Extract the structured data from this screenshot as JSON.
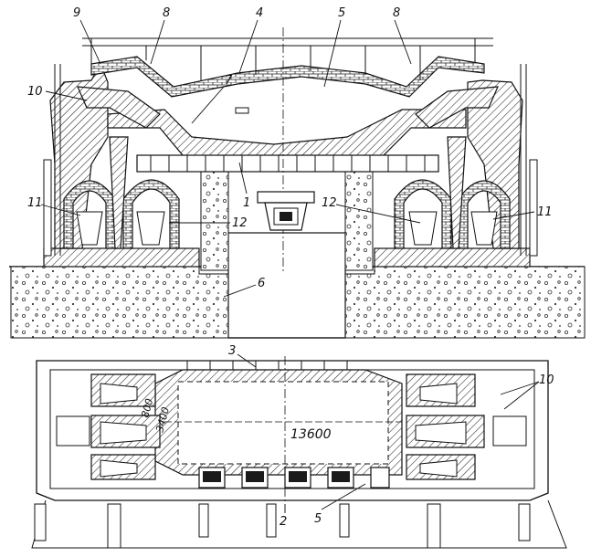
{
  "section_view": {
    "callouts": [
      "9",
      "8",
      "4",
      "5",
      "8",
      "10",
      "7",
      "1",
      "11",
      "12",
      "12",
      "11",
      "6"
    ]
  },
  "plan_view": {
    "callouts": [
      "3",
      "10",
      "2",
      "5"
    ],
    "dimensions": {
      "d1": "800",
      "d2": "3400",
      "length": "13600"
    }
  }
}
